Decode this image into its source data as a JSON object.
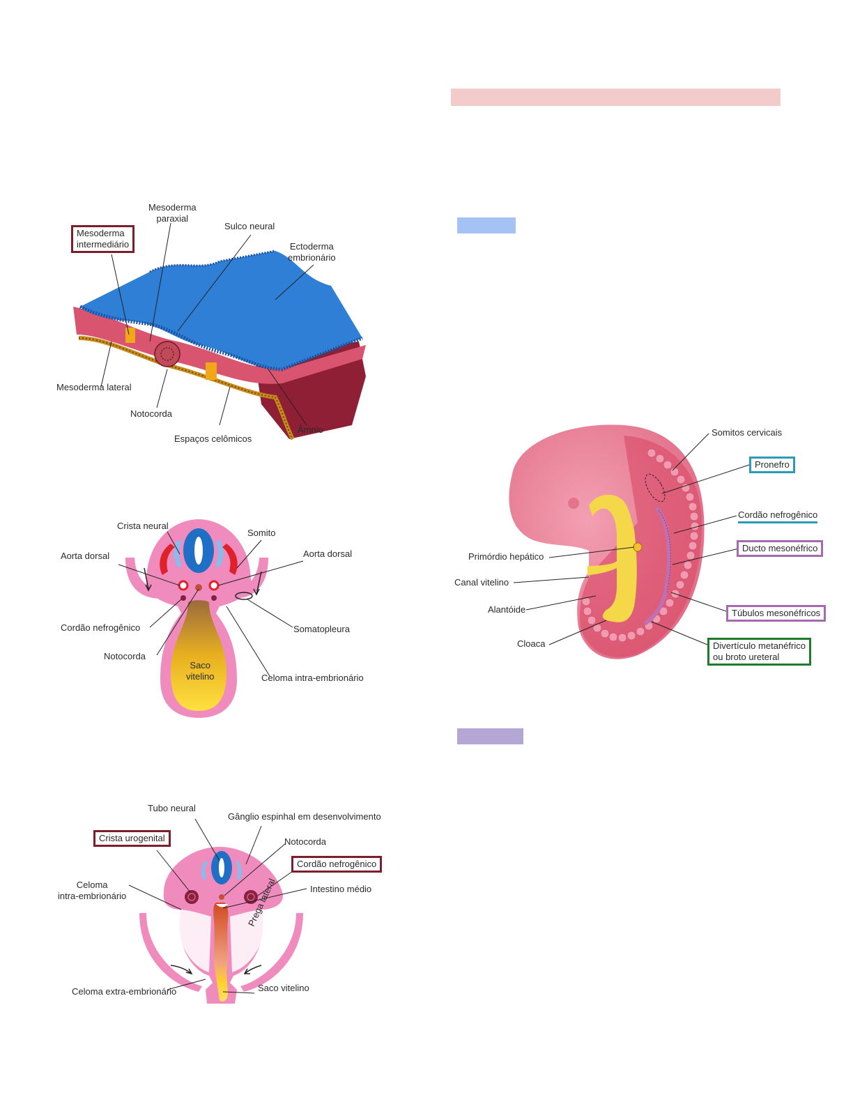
{
  "highlight_bars": {
    "title_bar_color": "#f4cbcb",
    "section1_bar_color": "#a4c2f4",
    "section2_bar_color": "#b4a7d6"
  },
  "figure1": {
    "labels": {
      "mesoderma_intermediario": "Mesoderma intermediário",
      "mesoderma_intermediario_l1": "Mesoderma",
      "mesoderma_intermediario_l2": "intermediário",
      "mesoderma_paraxial_l1": "Mesoderma",
      "mesoderma_paraxial_l2": "paraxial",
      "sulco_neural": "Sulco neural",
      "ectoderma_l1": "Ectoderma",
      "ectoderma_l2": "embrionário",
      "mesoderma_lateral": "Mesoderma lateral",
      "notocorda": "Notocorda",
      "espacos_celomicos": "Espaços celômicos",
      "amnio": "Âmnio"
    },
    "highlight_color": "#7a1f2b"
  },
  "figure2": {
    "labels": {
      "crista_neural": "Crista neural",
      "somito": "Somito",
      "aorta_dorsal_left": "Aorta dorsal",
      "aorta_dorsal_right": "Aorta dorsal",
      "cordao_nefrogenico": "Cordão nefrogênico",
      "somatopleura": "Somatopleura",
      "notocorda": "Notocorda",
      "saco_vitelino_l1": "Saco",
      "saco_vitelino_l2": "vitelino",
      "celoma_intra": "Celoma intra-embrionário"
    }
  },
  "figure3": {
    "labels": {
      "tubo_neural": "Tubo neural",
      "ganglio": "Gânglio espinhal em desenvolvimento",
      "crista_urogenital": "Crista urogenital",
      "notocorda": "Notocorda",
      "cordao_nefrogenico": "Cordão nefrogênico",
      "celoma_intra_l1": "Celoma",
      "celoma_intra_l2": "intra-embrionário",
      "intestino_medio": "Intestino médio",
      "prega_lateral": "Prega lateral",
      "celoma_extra": "Celoma extra-embrionário",
      "saco_vitelino": "Saco vitelino"
    },
    "highlight_color": "#7a1f2b"
  },
  "figure4": {
    "labels": {
      "somitos_cervicais": "Somitos cervicais",
      "pronefro": "Pronefro",
      "cordao_nefrogenico": "Cordão nefrogênico",
      "primordio_hepatico": "Primórdio hepático",
      "ducto_mesonefrico": "Ducto mesonéfrico",
      "canal_vitelino": "Canal vitelino",
      "alantoide": "Alantóide",
      "tubulos_mesonefricos": "Túbulos mesonéfricos",
      "cloaca": "Cloaca",
      "diverticulo_l1": "Divertículo metanéfrico",
      "diverticulo_l2": "ou broto ureteral"
    },
    "box_colors": {
      "pronefro": "#2d9bb5",
      "cordao_nefrogenico": "#2d9bb5",
      "ducto_mesonefrico": "#a56ab0",
      "tubulos_mesonefricos": "#a56ab0",
      "diverticulo": "#1f7a2e"
    }
  }
}
